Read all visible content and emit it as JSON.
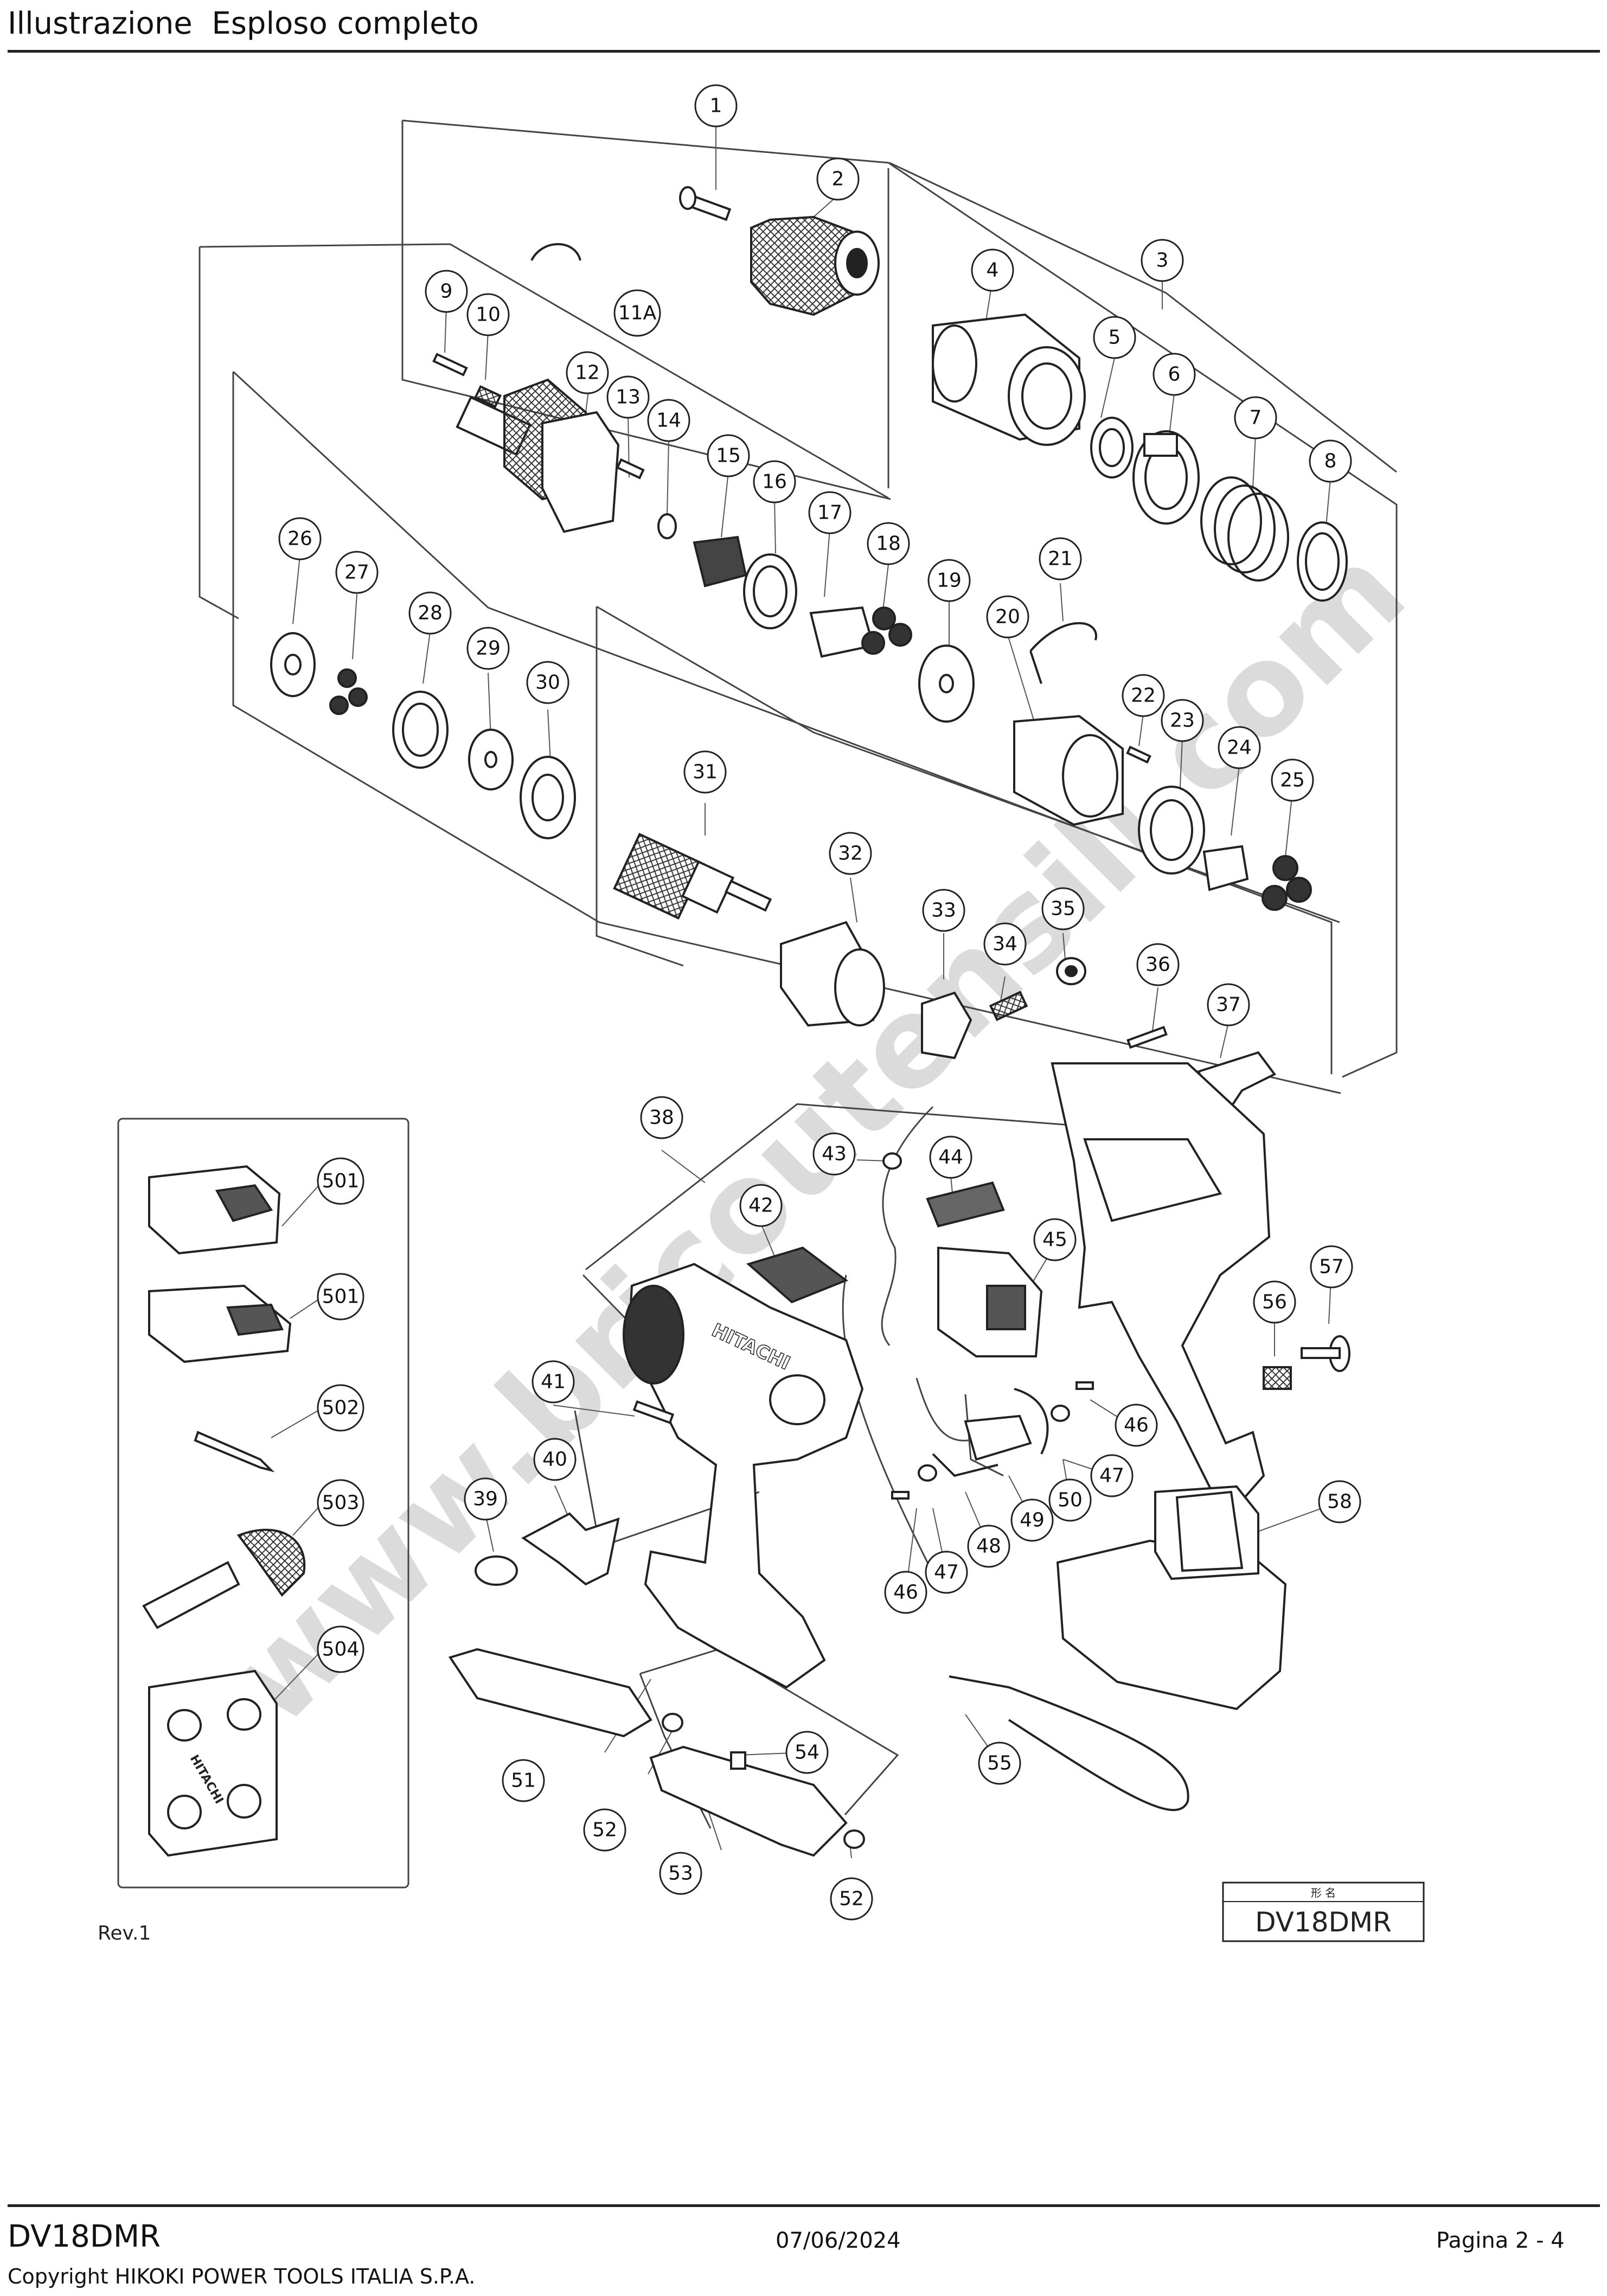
{
  "header": {
    "title": "Illustrazione  Esploso completo"
  },
  "diagram": {
    "model_box": {
      "caption": "形 名",
      "model": "DV18DMR"
    },
    "revision": "Rev.1",
    "watermark": "www.bricoutensili.com",
    "brand_on_tool": "HITACHI",
    "part_numbers": [
      "1",
      "2",
      "3",
      "4",
      "5",
      "6",
      "7",
      "8",
      "9",
      "10",
      "11A",
      "12",
      "13",
      "14",
      "15",
      "16",
      "17",
      "18",
      "19",
      "20",
      "21",
      "22",
      "23",
      "24",
      "25",
      "26",
      "27",
      "28",
      "29",
      "30",
      "31",
      "32",
      "33",
      "34",
      "35",
      "36",
      "37",
      "38",
      "39",
      "40",
      "41",
      "42",
      "43",
      "44",
      "45",
      "46",
      "47",
      "48",
      "49",
      "50",
      "51",
      "52",
      "53",
      "54",
      "55",
      "56",
      "57",
      "58",
      "46",
      "47",
      "52"
    ],
    "accessory_numbers": [
      "501",
      "501",
      "502",
      "503",
      "504"
    ]
  },
  "footer": {
    "model": "DV18DMR",
    "date": "07/06/2024",
    "page": "Pagina 2 - 4",
    "copyright": "Copyright HIKOKI POWER TOOLS ITALIA S.P.A."
  }
}
